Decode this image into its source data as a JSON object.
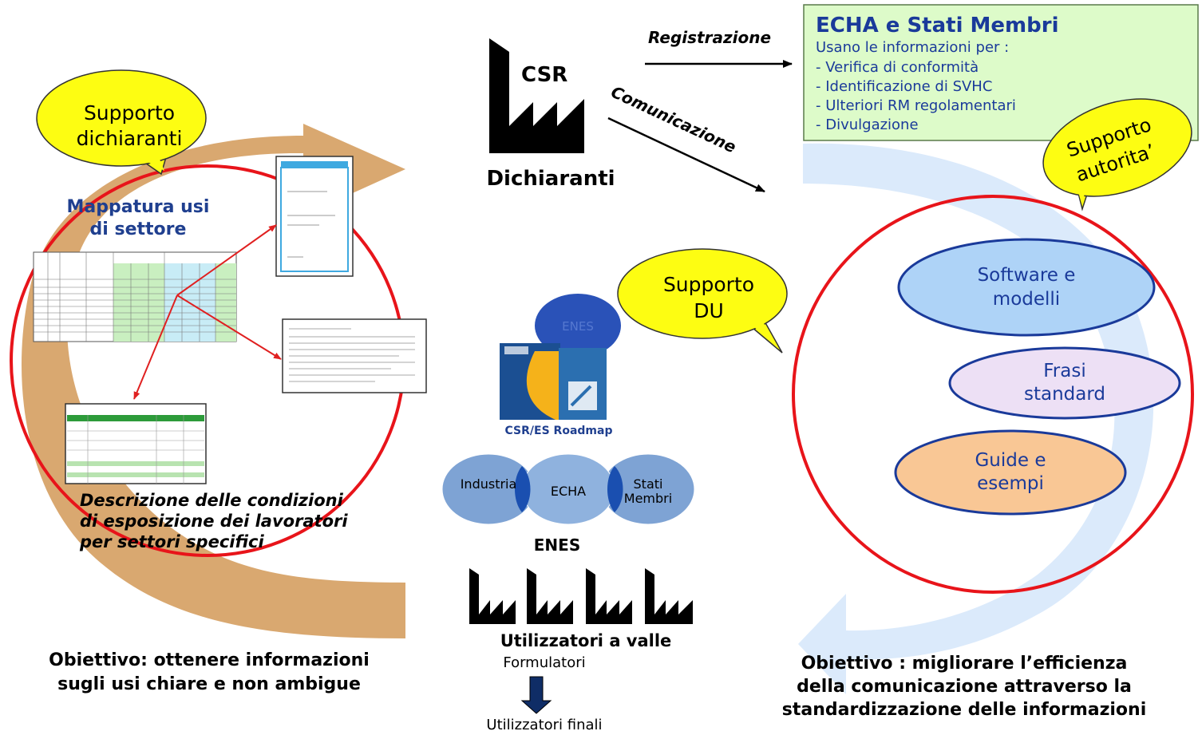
{
  "left": {
    "bubble": [
      "Supporto",
      "dichiaranti"
    ],
    "mapping_title": [
      "Mappatura usi",
      "di settore"
    ],
    "description": [
      "Descrizione delle condizioni",
      "di esposizione dei lavoratori",
      "per settori specifici"
    ],
    "objective": [
      "Obiettivo: ottenere informazioni",
      "sugli usi  chiare e non ambigue"
    ]
  },
  "center": {
    "csr": "CSR",
    "dichiaranti": "Dichiaranti",
    "registrazione": "Registrazione",
    "comunicazione": "Comunicazione",
    "bubble_du": [
      "Supporto",
      "DU"
    ],
    "enes_small": "ENES",
    "roadmap": "CSR/ES Roadmap",
    "venn": [
      "Industria",
      "ECHA",
      "Stati",
      "Membri"
    ],
    "enes": "ENES",
    "utilizzatori": "Utilizzatori a valle",
    "formulatori": "Formulatori",
    "utilizzatori_finali": "Utilizzatori finali"
  },
  "right": {
    "box_title": "ECHA  e Stati Membri",
    "box_lines": [
      "Usano le informazioni per :",
      "-  Verifica di conformità",
      "-   Identificazione di SVHC",
      "-   Ulteriori RM regolamentari",
      "-   Divulgazione"
    ],
    "bubble": [
      "Supporto",
      "autorita’"
    ],
    "ellipses": [
      [
        "Software e",
        "modelli"
      ],
      [
        "Frasi",
        "standard"
      ],
      [
        "Guide e",
        "esempi"
      ]
    ],
    "objective": [
      "Obiettivo : migliorare l’efficienza",
      "della comunicazione  attraverso la",
      "standardizzazione delle informazioni"
    ]
  },
  "colors": {
    "brown_arrow": "#d9a870",
    "light_blue_arrow": "#dbeafb",
    "red_circle": "#e8141a",
    "yellow_bubble": "#fdfd12",
    "green_box": "#ddfbc9",
    "ellipse_blue": "#aed3f7",
    "ellipse_lilac": "#ede0f5",
    "ellipse_orange": "#f9c795",
    "venn_blue": "#7ea3d4"
  }
}
